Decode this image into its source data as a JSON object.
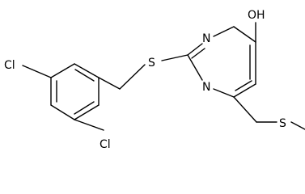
{
  "molecule": {
    "atoms": {
      "hydroxyl": "OH",
      "ring_n_top": "N",
      "ring_n_bottom": "N",
      "thioether_s": "S",
      "methylthio_s": "S",
      "chloro_top": "Cl",
      "chloro_bottom": "Cl"
    },
    "colors": {
      "bond": "#000000",
      "label": "#000000",
      "background": "#ffffff"
    }
  }
}
